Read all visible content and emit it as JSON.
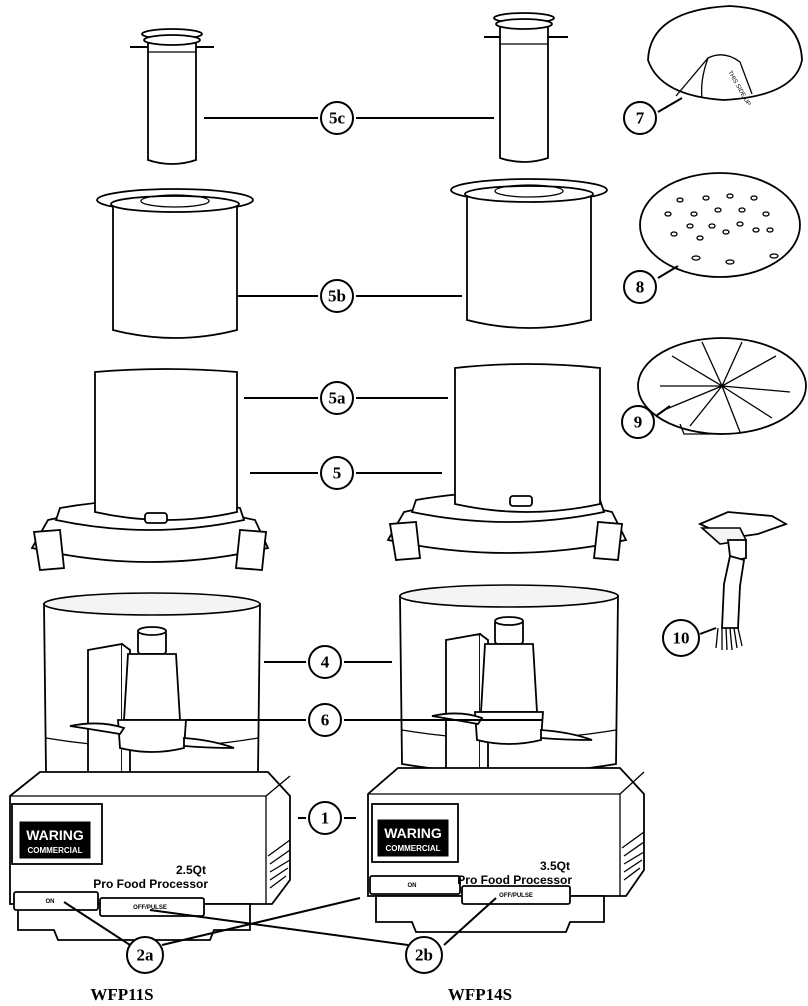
{
  "callouts": {
    "c1": "1",
    "c2a": "2a",
    "c2b": "2b",
    "c4": "4",
    "c5": "5",
    "c5a": "5a",
    "c5b": "5b",
    "c5c": "5c",
    "c6": "6",
    "c7": "7",
    "c8": "8",
    "c9": "9",
    "c10": "10"
  },
  "models": {
    "left": "WFP11S",
    "right": "WFP14S"
  },
  "left_unit": {
    "capacity": "2.5Qt",
    "product_name": "Pro Food Processor",
    "on_label": "ON",
    "off_label": "OFF/PULSE"
  },
  "right_unit": {
    "capacity": "3.5Qt",
    "product_name": "Pro Food Processor",
    "on_label": "ON",
    "off_label": "OFF/PULSE"
  },
  "logo": {
    "line1": "WARING",
    "line2": "COMMERCIAL"
  },
  "disc_text": "THIS SIDE UP"
}
